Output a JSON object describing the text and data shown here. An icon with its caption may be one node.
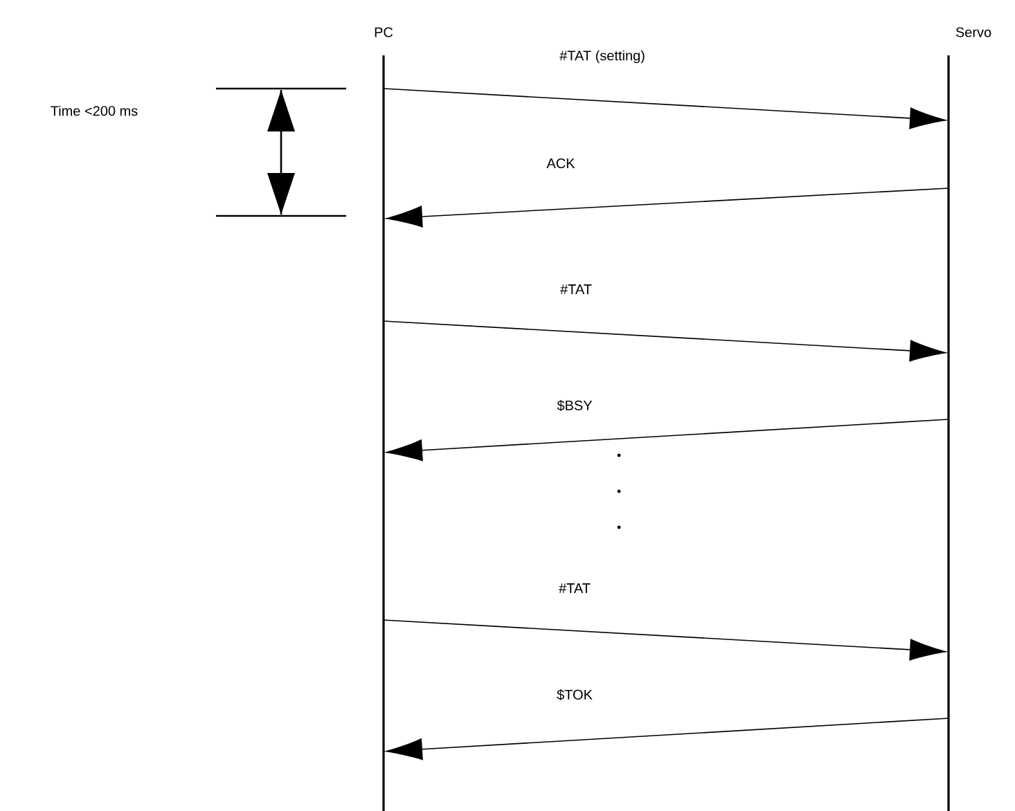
{
  "diagram": {
    "nodes": [
      {
        "text": [
          "PC"
        ]
      },
      {
        "text": [
          "Servo"
        ]
      }
    ],
    "edges": [
      {
        "from": 0,
        "to": 1,
        "arrow": "to",
        "label": "#TAT (setting)"
      },
      {
        "from": 1,
        "to": 0,
        "arrow": "to",
        "label": "ACK"
      },
      {
        "from": 0,
        "to": 1,
        "arrow": "to",
        "label": "#TAT"
      },
      {
        "from": 1,
        "to": 0,
        "arrow": "to",
        "label": "$BSY"
      },
      {
        "from": 0,
        "to": 1,
        "arrow": "to",
        "label": "#TAT"
      },
      {
        "from": 1,
        "to": 0,
        "arrow": "to",
        "label": "$TOK"
      }
    ],
    "labels": [
      "Time <200 ms"
    ]
  }
}
